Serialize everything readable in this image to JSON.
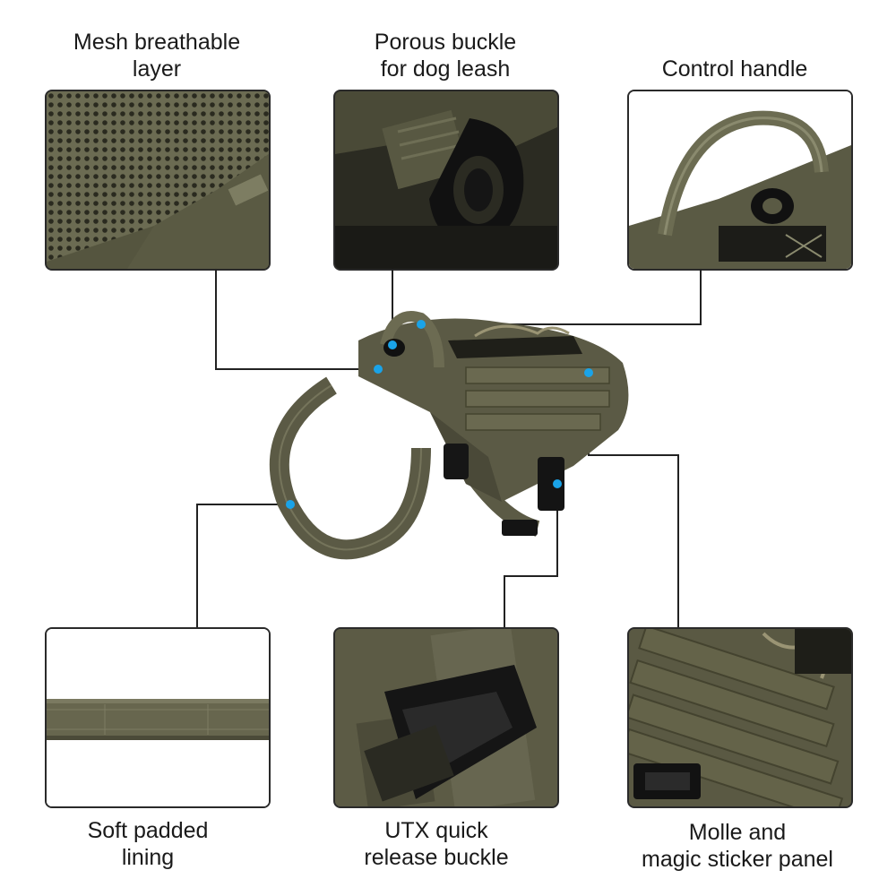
{
  "features": {
    "mesh": {
      "line1": "Mesh breathable",
      "line2": "layer"
    },
    "porous": {
      "line1": "Porous buckle",
      "line2": "for dog leash"
    },
    "handle": {
      "line1": "Control handle"
    },
    "padded": {
      "line1": "Soft padded",
      "line2": "lining"
    },
    "utx": {
      "line1": "UTX quick",
      "line2": "release buckle"
    },
    "molle": {
      "line1": "Molle and",
      "line2": "magic sticker panel"
    }
  },
  "colors": {
    "fabric": "#5b5a45",
    "fabric_dark": "#3e3d2e",
    "fabric_light": "#7a7a60",
    "buckle": "#151515",
    "callout_dot": "#1aa3e8",
    "connector": "#222222"
  },
  "icons": [
    "harness-image",
    "mesh-closeup",
    "d-ring-closeup",
    "handle-closeup",
    "strap-closeup",
    "buckle-closeup",
    "molle-closeup"
  ]
}
